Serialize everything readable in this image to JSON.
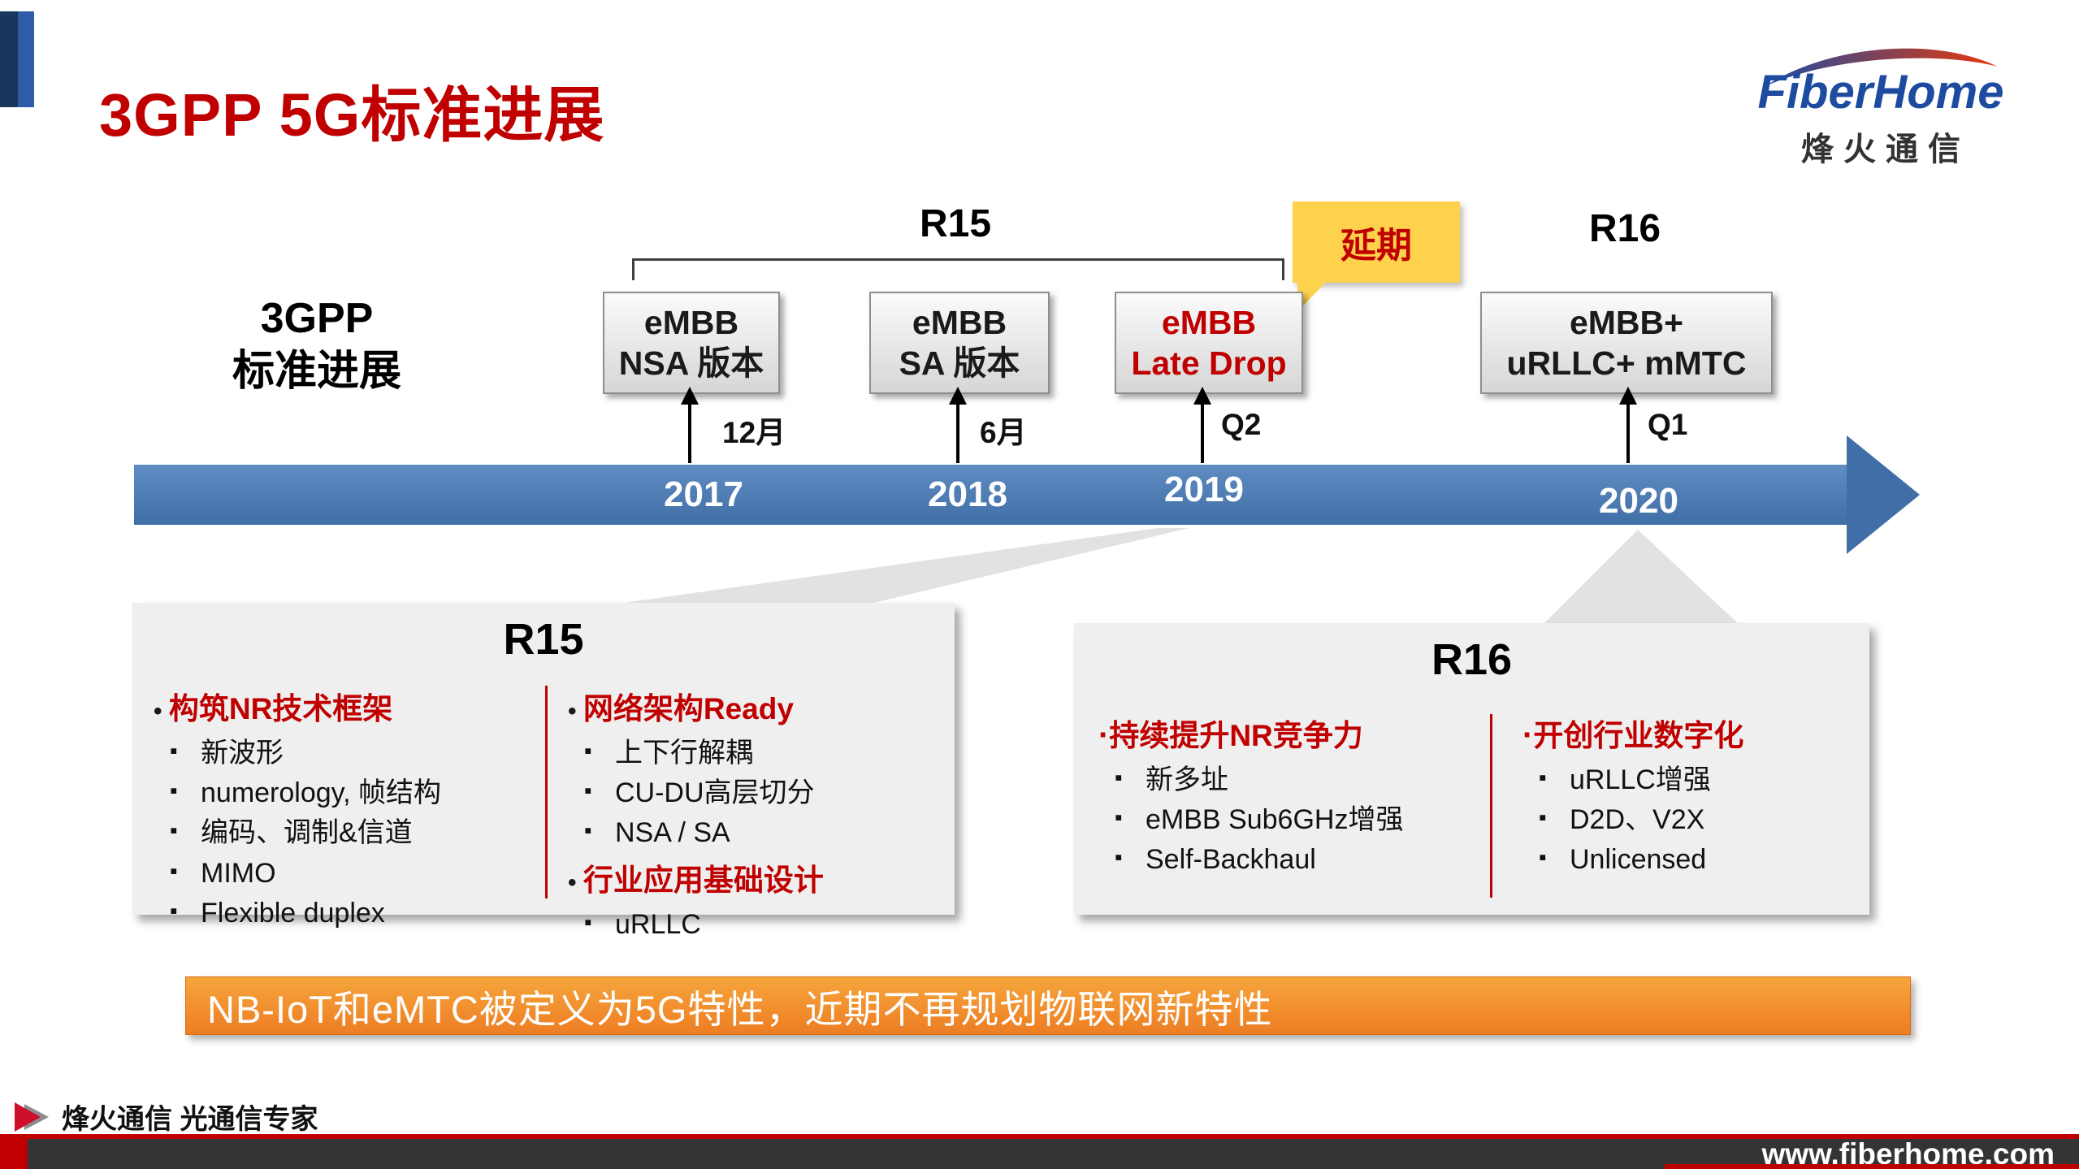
{
  "slide": {
    "title": "3GPP 5G标准进展",
    "logo": {
      "brand": "FiberHome",
      "brand_cn": "烽火通信"
    },
    "axis": {
      "label_line1": "3GPP",
      "label_line2": "标准进展"
    },
    "timeline": {
      "years": [
        "2017",
        "2018",
        "2019",
        "2020"
      ],
      "r15_bracket_label": "R15",
      "r16_label": "R16",
      "delay_callout": "延期",
      "milestones": [
        {
          "line1": "eMBB",
          "line2": "NSA 版本",
          "date": "12月"
        },
        {
          "line1": "eMBB",
          "line2": "SA 版本",
          "date": "6月"
        },
        {
          "line1": "eMBB",
          "line2": "Late Drop",
          "date": "Q2"
        },
        {
          "line1": "eMBB+",
          "line2": "uRLLC+ mMTC",
          "date": "Q1"
        }
      ]
    },
    "r15_panel": {
      "title": "R15",
      "col1_heading": "构筑NR技术框架",
      "col1_items": [
        "新波形",
        "numerology, 帧结构",
        "编码、调制&信道",
        "MIMO",
        "Flexible duplex"
      ],
      "col2_heading1": "网络架构Ready",
      "col2_items1": [
        "上下行解耦",
        "CU-DU高层切分",
        "NSA / SA"
      ],
      "col2_heading2": "行业应用基础设计",
      "col2_items2": [
        "uRLLC"
      ]
    },
    "r16_panel": {
      "title": "R16",
      "col1_heading": "持续提升NR竞争力",
      "col1_items": [
        "新多址",
        "eMBB Sub6GHz增强",
        "Self-Backhaul"
      ],
      "col2_heading": "开创行业数字化",
      "col2_items": [
        "uRLLC增强",
        "D2D、V2X",
        "Unlicensed"
      ]
    },
    "banner": "NB-IoT和eMTC被定义为5G特性，近期不再规划物联网新特性",
    "footer": {
      "tagline": "烽火通信 光通信专家",
      "website": "www.fiberhome.com"
    }
  },
  "colors": {
    "accent_red": "#C00000",
    "timeline_blue": "#406EA6",
    "callout_yellow": "#FFD24D",
    "banner_orange": "#ED7D23",
    "panel_gray": "#EFEFEF",
    "footer_dark": "#343434",
    "brand_blue": "#1D4BA0"
  }
}
